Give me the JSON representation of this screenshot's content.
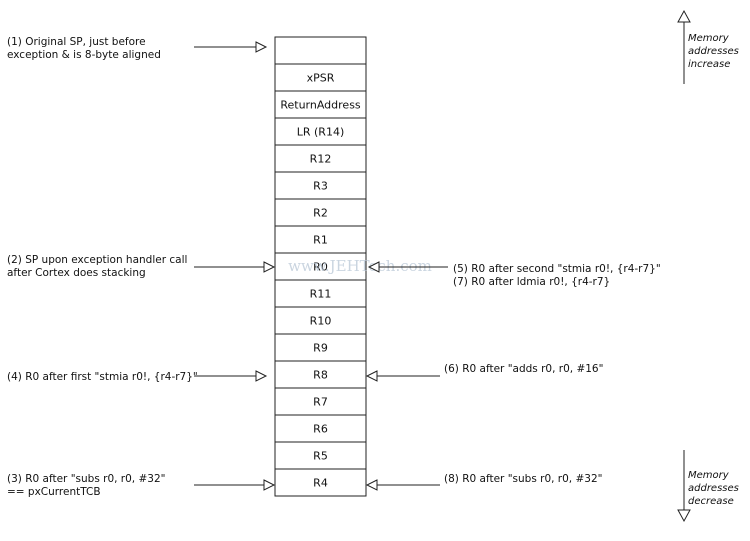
{
  "stack_cells": [
    "",
    "xPSR",
    "ReturnAddress",
    "LR (R14)",
    "R12",
    "R3",
    "R2",
    "R1",
    "R0",
    "R11",
    "R10",
    "R9",
    "R8",
    "R7",
    "R6",
    "R5",
    "R4"
  ],
  "annotations": {
    "original_sp": [
      "(1) Original SP, just before",
      "exception & is 8-byte aligned"
    ],
    "sp_upon_handler": [
      "(2) SP upon exception handler call",
      "after Cortex does stacking"
    ],
    "r0_after_subs_left": [
      "(3) R0 after \"subs r0, r0, #32\"",
      "== pxCurrentTCB"
    ],
    "r0_after_first_stmia": [
      "(4) R0 after first \"stmia r0!, {r4-r7}\""
    ],
    "r0_after_second_stmia": [
      "(5) R0 after second \"stmia r0!, {r4-r7}\"",
      "(7) R0 after ldmia r0!, {r4-r7}"
    ],
    "r0_after_adds": [
      "(6) R0 after \"adds r0, r0, #16\""
    ],
    "r0_after_subs_right": [
      "(8) R0 after \"subs r0, r0, #32\""
    ]
  },
  "memory_notes": {
    "increase": [
      "Memory",
      "addresses",
      "increase"
    ],
    "decrease": [
      "Memory",
      "addresses",
      "decrease"
    ]
  },
  "watermark": "www.JEHTech.com"
}
